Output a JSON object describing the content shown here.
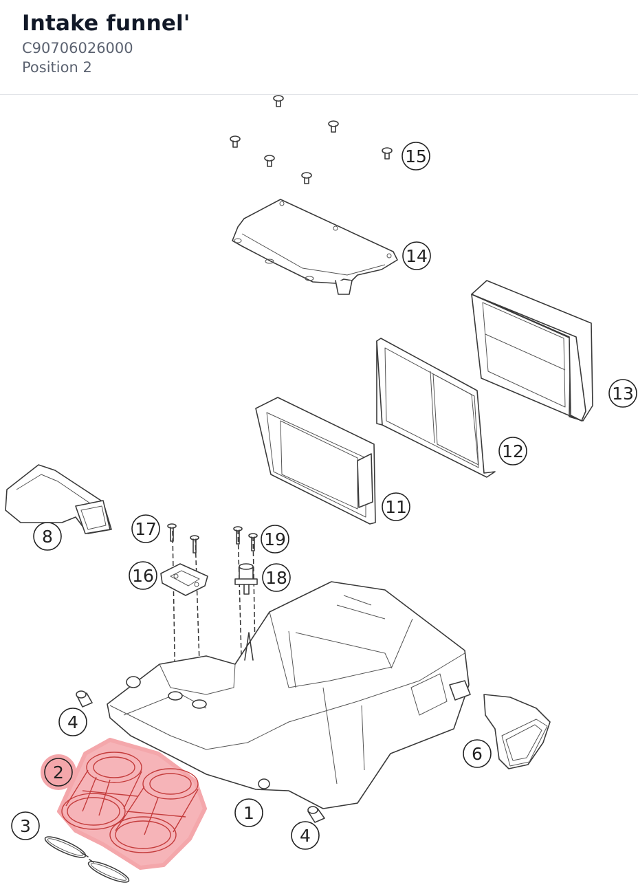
{
  "header": {
    "title": "Intake funnel'",
    "part_number": "C90706026000",
    "position": "Position 2"
  },
  "callouts": [
    {
      "id": "c15",
      "label": "15"
    },
    {
      "id": "c14",
      "label": "14"
    },
    {
      "id": "c13",
      "label": "13"
    },
    {
      "id": "c12",
      "label": "12"
    },
    {
      "id": "c11",
      "label": "11"
    },
    {
      "id": "c8",
      "label": "8"
    },
    {
      "id": "c17",
      "label": "17"
    },
    {
      "id": "c19",
      "label": "19"
    },
    {
      "id": "c16",
      "label": "16"
    },
    {
      "id": "c18",
      "label": "18"
    },
    {
      "id": "c4a",
      "label": "4"
    },
    {
      "id": "c6",
      "label": "6"
    },
    {
      "id": "c2",
      "label": "2",
      "highlighted": true
    },
    {
      "id": "c1",
      "label": "1"
    },
    {
      "id": "c3",
      "label": "3"
    },
    {
      "id": "c4b",
      "label": "4"
    }
  ],
  "colors": {
    "highlight_fill": "#f4a7ab",
    "highlight_stroke": "#d9534f",
    "line": "#3a3a3a"
  }
}
